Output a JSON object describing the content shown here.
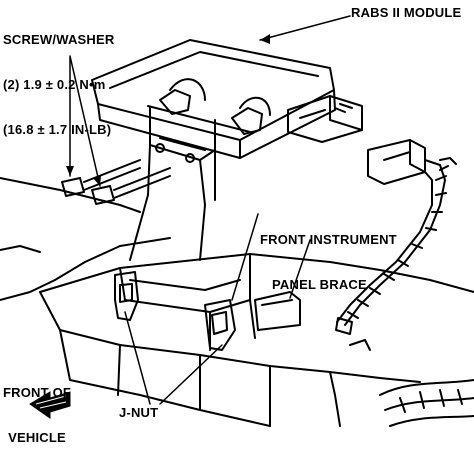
{
  "labels": {
    "screw_washer": {
      "title": "SCREW/WASHER",
      "qty_metric": "(2) 1.9 ± 0.2 N•m",
      "imperial": "(16.8 ± 1.7 IN-LB)"
    },
    "module": "RABS II MODULE",
    "brace_line1": "FRONT INSTRUMENT",
    "brace_line2": "PANEL BRACE",
    "front_line1": "FRONT OF",
    "front_line2": "VEHICLE",
    "jnut": "J-NUT"
  },
  "colors": {
    "ink": "#000000",
    "paper": "#ffffff"
  }
}
